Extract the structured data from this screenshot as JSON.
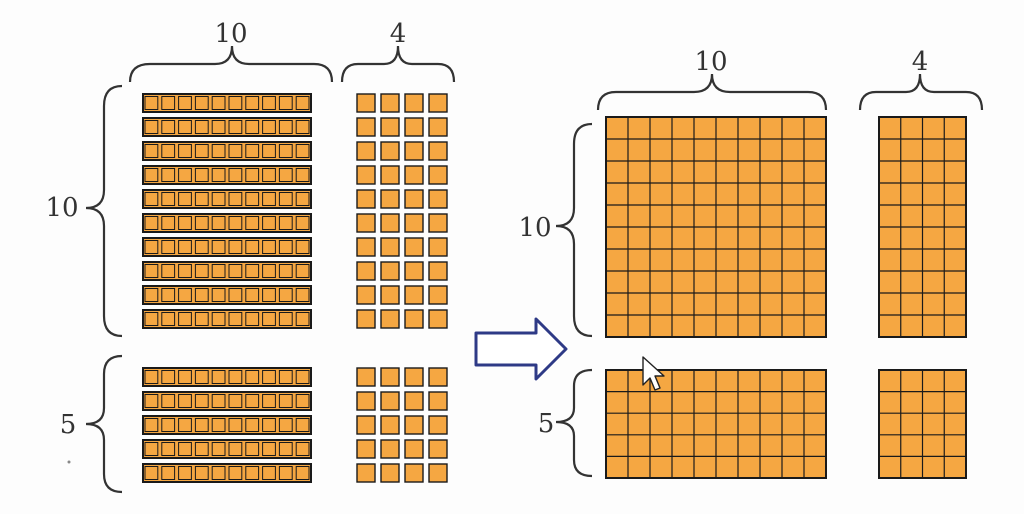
{
  "colors": {
    "fill": "#F5A742",
    "stroke": "#1a1a1a",
    "brace": "#333333",
    "label": "#333333",
    "arrow_stroke": "#2e3a86",
    "arrow_fill": "#ffffff",
    "background": "#fdfdfd"
  },
  "left_model": {
    "top_label": "10",
    "right_top_label": "4",
    "side_top_label": "10",
    "side_bottom_label": "5",
    "top_group": {
      "ten_bars": 10,
      "unit_columns": 4,
      "unit_rows": 10
    },
    "bottom_group": {
      "ten_bars": 5,
      "unit_columns": 4,
      "unit_rows": 5
    }
  },
  "right_model": {
    "top_label": "10",
    "right_top_label": "4",
    "side_top_label": "10",
    "side_bottom_label": "5",
    "blocks": [
      {
        "name": "hundreds-block",
        "cols": 10,
        "rows": 10
      },
      {
        "name": "tens-vertical-block",
        "cols": 4,
        "rows": 10
      },
      {
        "name": "tens-horizontal-block",
        "cols": 10,
        "rows": 5
      },
      {
        "name": "units-block",
        "cols": 4,
        "rows": 5
      }
    ]
  },
  "icons": {
    "arrow": "right-arrow-icon",
    "cursor": "mouse-cursor-icon"
  }
}
